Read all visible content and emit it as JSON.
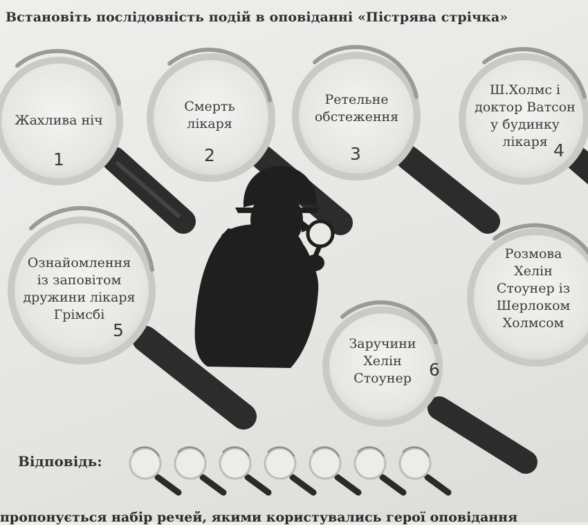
{
  "title": "Встановіть послідовність подій в оповіданні «Пістрява стрічка»",
  "events": [
    {
      "text_lines": [
        "Жахлива ніч"
      ],
      "number": "1"
    },
    {
      "text_lines": [
        "Смерть",
        "лікаря"
      ],
      "number": "2"
    },
    {
      "text_lines": [
        "Ретельне",
        "обстеження"
      ],
      "number": "3"
    },
    {
      "text_lines": [
        "Ш.Холмс і",
        "доктор Ватсон",
        "у будинку",
        "лікаря"
      ],
      "number": "4"
    },
    {
      "text_lines": [
        "Ознайомлення",
        "із заповітом",
        "дружини лікаря",
        "Грімсбі"
      ],
      "number": "5"
    },
    {
      "text_lines": [
        "Заручини",
        "Хелін",
        "Стоунер"
      ],
      "number": "6"
    },
    {
      "text_lines": [
        "Розмова",
        "Хелін",
        "Стоунер із",
        "Шерлоком",
        "Холмсом"
      ],
      "number": ""
    }
  ],
  "answer_label": "Відповідь:",
  "bottom_text": "пропонується набір речей, якими користувались герої оповідання"
}
